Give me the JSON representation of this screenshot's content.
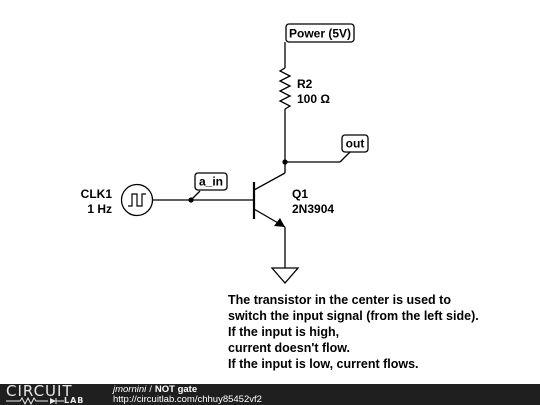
{
  "schematic": {
    "power_label": "Power (5V)",
    "resistor_name": "R2",
    "resistor_value": "100 Ω",
    "output_label": "out",
    "input_label": "a_in",
    "clock_name": "CLK1",
    "clock_freq": "1 Hz",
    "transistor_name": "Q1",
    "transistor_part": "2N3904"
  },
  "note": {
    "lines": [
      "The transistor in the center is used to",
      "switch the input signal (from the left side).",
      "If the input is high,",
      "current doesn't flow.",
      "If the input is low, current flows."
    ]
  },
  "footer": {
    "logo_top": "CIRCUIT",
    "logo_bottom": "LAB",
    "author": "jmornini",
    "separator": "/",
    "title": "NOT gate",
    "url": "http://circuitlab.com/chhuy85452vf2"
  },
  "colors": {
    "wire": "#000000",
    "footer_bg": "#1f1f1f",
    "background": "#ffffff"
  }
}
